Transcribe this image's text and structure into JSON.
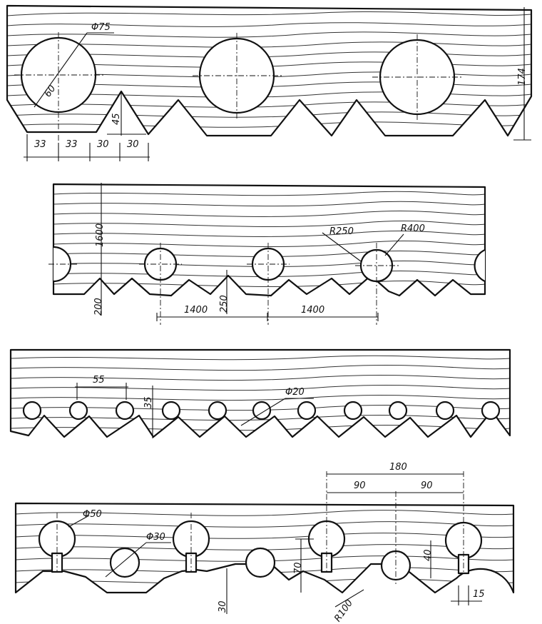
{
  "panel1": {
    "diameter_label": "Φ75",
    "diag_label": "60",
    "height_label": "174",
    "tooth_height_label": "45",
    "dims": [
      "33",
      "33",
      "30",
      "30"
    ]
  },
  "panel2": {
    "height_label": "1600",
    "r1_label": "R250",
    "r2_label": "R400",
    "depth_label": "200",
    "small_label": "250",
    "pitch_labels": [
      "1400",
      "1400"
    ]
  },
  "panel3": {
    "pitch_label": "55",
    "depth_label": "35",
    "diameter_label": "Φ20"
  },
  "panel4": {
    "big_diameter_label": "Φ50",
    "small_diameter_label": "Φ30",
    "overall_label": "180",
    "half_labels": [
      "90",
      "90"
    ],
    "height_label": "70",
    "height2_label": "40",
    "radius_label": "R100",
    "depth_label": "30",
    "slot_label": "15"
  }
}
